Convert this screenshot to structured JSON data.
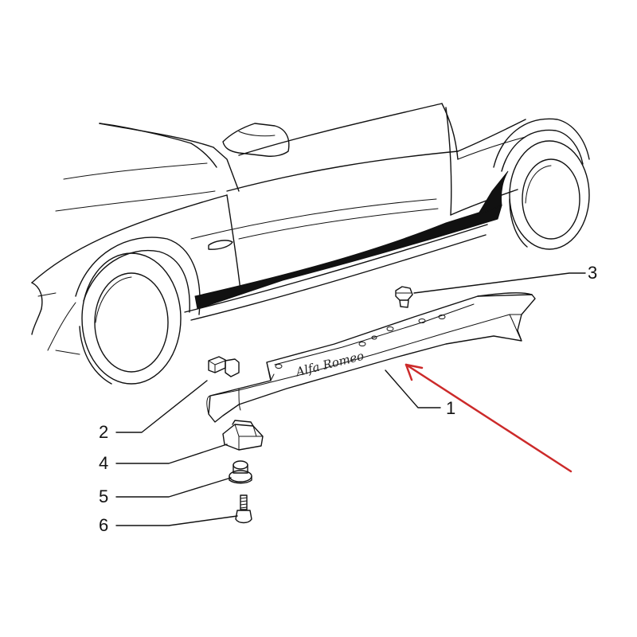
{
  "diagram": {
    "logo_text": "Alfa Romeo",
    "callouts": [
      {
        "id": "1",
        "label": "1"
      },
      {
        "id": "2",
        "label": "2"
      },
      {
        "id": "3",
        "label": "3"
      },
      {
        "id": "4",
        "label": "4"
      },
      {
        "id": "5",
        "label": "5"
      },
      {
        "id": "6",
        "label": "6"
      }
    ]
  },
  "colors": {
    "line": "#111111",
    "highlight_arrow": "#cc2a2a",
    "background": "#ffffff"
  }
}
